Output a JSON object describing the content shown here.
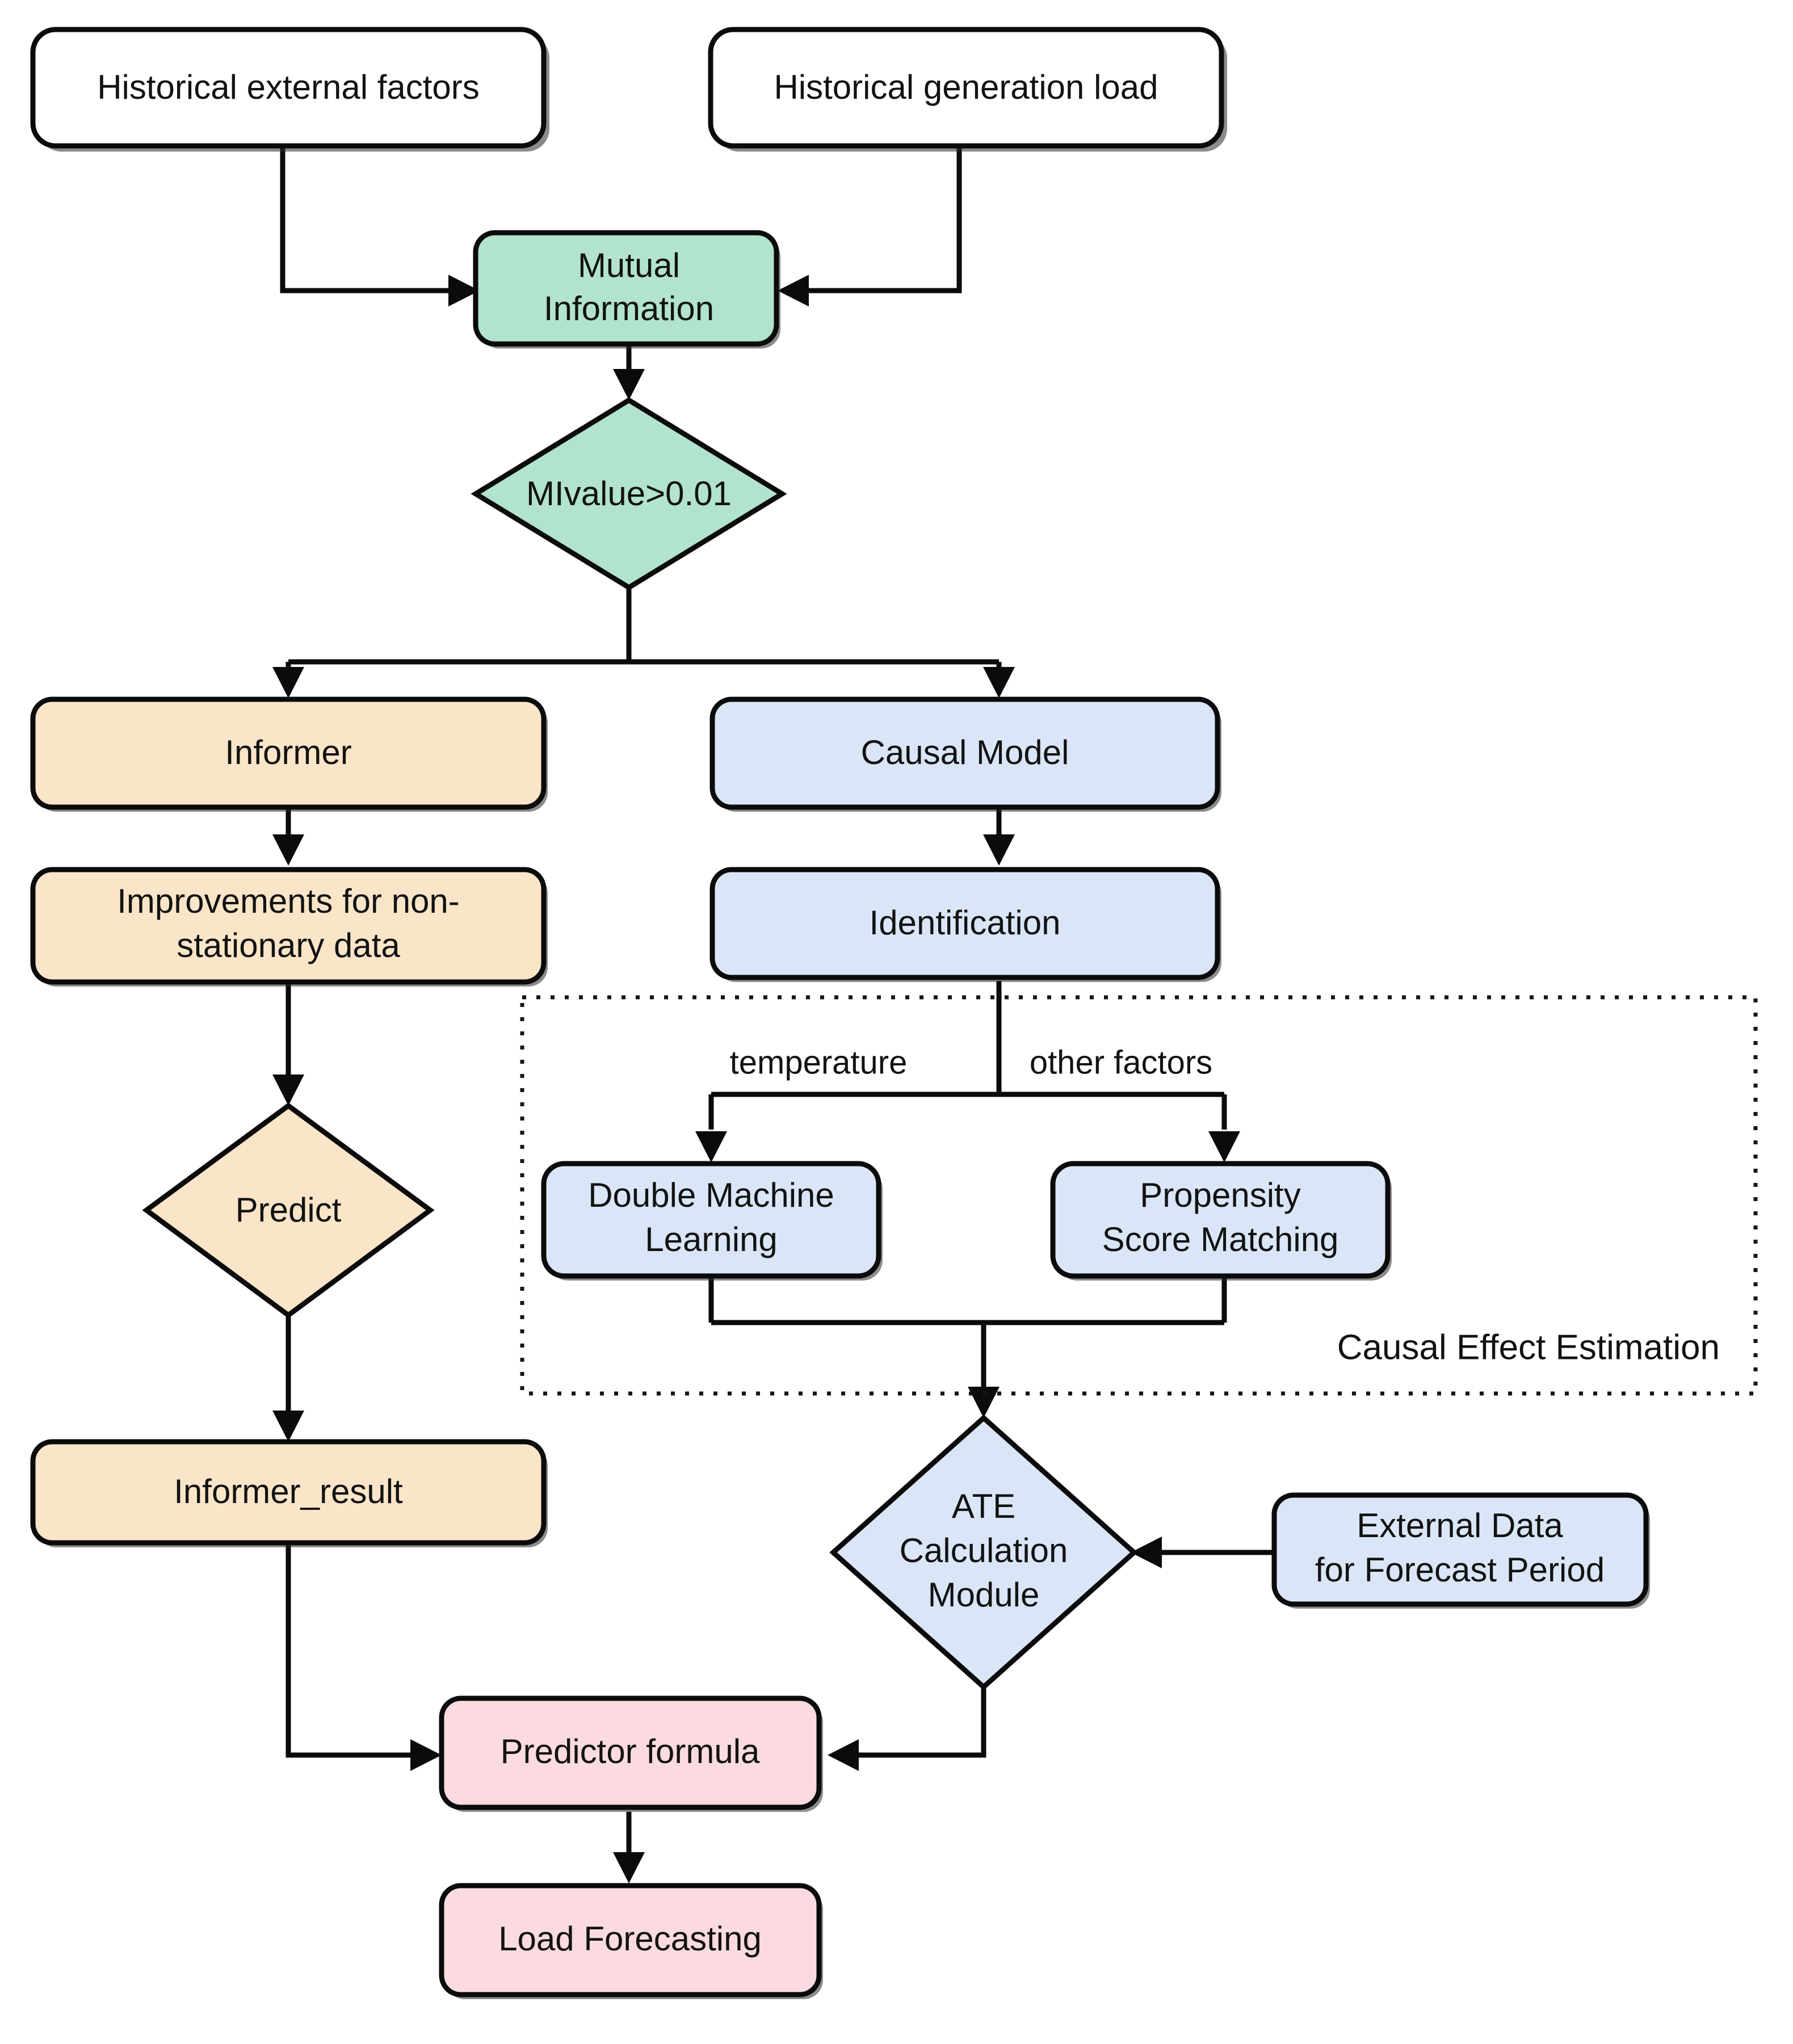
{
  "diagram": {
    "title": "Causal-Informer Load Forecasting Flowchart",
    "palette": {
      "white": "#ffffff",
      "green": "#b1e3cd",
      "orange": "#fbe5c8",
      "blue": "#dae6f7",
      "pink": "#fbdbdf",
      "stroke": "#0b0b0b",
      "text": "#121212"
    },
    "nodes": [
      {
        "id": "hist_external",
        "label": "Historical external factors",
        "shape": "rounded-rect",
        "fill": "white"
      },
      {
        "id": "hist_gen_load",
        "label": "Historical generation load",
        "shape": "rounded-rect",
        "fill": "white"
      },
      {
        "id": "mutual_info",
        "label_line1": "Mutual",
        "label_line2": "Information",
        "shape": "rounded-rect",
        "fill": "green"
      },
      {
        "id": "mi_value",
        "label": "MIvalue>0.01",
        "shape": "diamond",
        "fill": "green"
      },
      {
        "id": "informer",
        "label": "Informer",
        "shape": "rounded-rect",
        "fill": "orange"
      },
      {
        "id": "improvements",
        "label_line1": "Improvements for non-",
        "label_line2": "stationary data",
        "shape": "rounded-rect",
        "fill": "orange"
      },
      {
        "id": "predict",
        "label": "Predict",
        "shape": "diamond",
        "fill": "orange"
      },
      {
        "id": "informer_result",
        "label": "Informer_result",
        "shape": "rounded-rect",
        "fill": "orange"
      },
      {
        "id": "causal_model",
        "label": "Causal Model",
        "shape": "rounded-rect",
        "fill": "blue"
      },
      {
        "id": "identification",
        "label": "Identification",
        "shape": "rounded-rect",
        "fill": "blue"
      },
      {
        "id": "dml",
        "label_line1": "Double Machine",
        "label_line2": "Learning",
        "shape": "rounded-rect",
        "fill": "blue"
      },
      {
        "id": "psm",
        "label_line1": "Propensity",
        "label_line2": "Score Matching",
        "shape": "rounded-rect",
        "fill": "blue"
      },
      {
        "id": "ate",
        "label_line1": "ATE",
        "label_line2": "Calculation",
        "label_line3": "Module",
        "shape": "diamond",
        "fill": "blue"
      },
      {
        "id": "external_data",
        "label_line1": "External Data",
        "label_line2": "for Forecast Period",
        "shape": "rounded-rect",
        "fill": "blue"
      },
      {
        "id": "predictor",
        "label": "Predictor formula",
        "shape": "rounded-rect",
        "fill": "pink"
      },
      {
        "id": "load_forecast",
        "label": "Load Forecasting",
        "shape": "rounded-rect",
        "fill": "pink"
      }
    ],
    "edge_labels": {
      "temperature": "temperature",
      "other_factors": "other factors"
    },
    "group": {
      "label": "Causal Effect Estimation"
    }
  }
}
